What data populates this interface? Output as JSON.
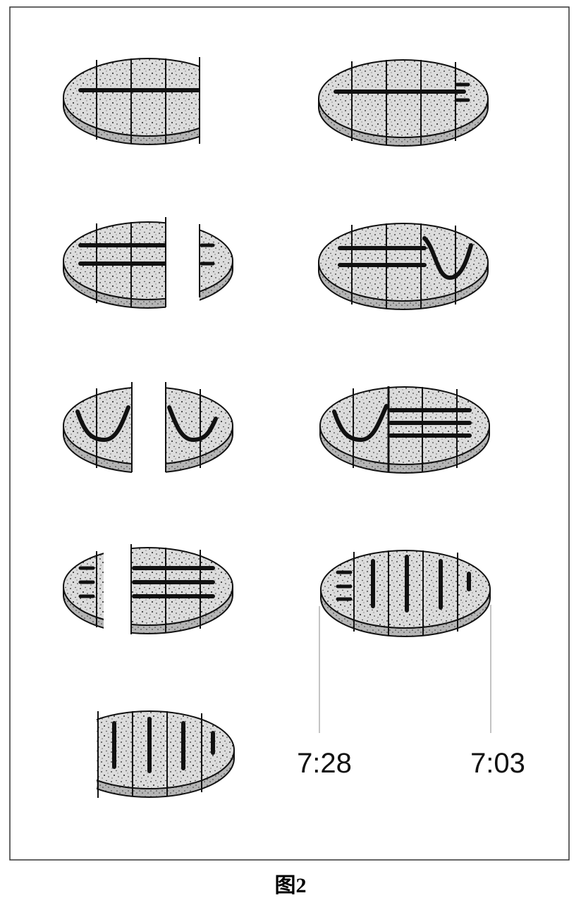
{
  "labels": {
    "time_left": "7:28",
    "time_right": "7:03"
  },
  "caption": "图2",
  "colors": {
    "frame": "#333333",
    "tile": "#d9d9d9",
    "tile_side": "#b8b8b8",
    "ink": "#111111"
  }
}
